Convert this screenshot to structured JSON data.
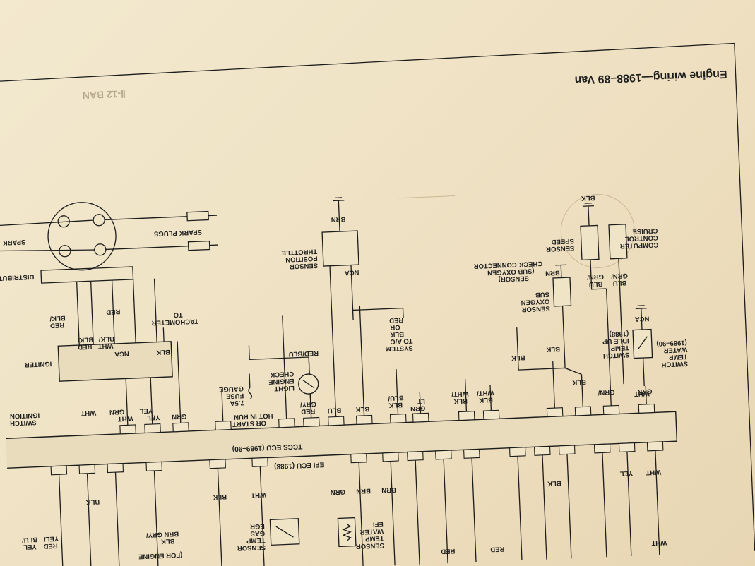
{
  "header": {
    "title": "Engine wiring—1988–89 Van",
    "ghost_text": "Ⅱ-12 BAN"
  },
  "components": {
    "ecu_efi": "EFI ECU (1988)",
    "ecu_tccs": "TCCS ECU (1989–90)",
    "cruise": [
      "CRUISE",
      "CONTROL",
      "COMPUTER"
    ],
    "speed_sensor": [
      "SPEED",
      "SENSOR"
    ],
    "check_connector": [
      "CHECK CONNECTOR",
      "(SUB OXYGEN",
      "SENSOR)"
    ],
    "sub_oxygen": [
      "SUB",
      "OXYGEN",
      "SENSOR"
    ],
    "idle_switch_1": [
      "(1989–90)",
      "WATER",
      "TEMP",
      "SWITCH"
    ],
    "idle_switch_2": [
      "(1988)",
      "IDLE UP",
      "TEMP",
      "SWITCH"
    ],
    "throttle": [
      "THROTTLE",
      "POSITION",
      "SENSOR"
    ],
    "ac_system": [
      "TO A/C",
      "SYSTEM"
    ],
    "check_light": [
      "CHECK",
      "ENGINE",
      "LIGHT"
    ],
    "gauge_fuse": [
      "GAUGE",
      "FUSE",
      "7.5A"
    ],
    "hot_in_run": [
      "HOT IN RUN",
      "OR START"
    ],
    "tachometer": [
      "TO",
      "TACHOMETER"
    ],
    "igniter": "IGNITER",
    "distributor": "DISTRIBUTOR",
    "spark_plugs": "SPARK PLUGS",
    "spark_partial": "SPARK",
    "ignition_switch": [
      "IGNITION",
      "SWITCH"
    ],
    "water_temp": [
      "EFI",
      "WATER",
      "TEMP",
      "SENSOR"
    ],
    "egr_gas": [
      "EGR",
      "GAS",
      "TEMP",
      "SENSOR"
    ],
    "for_engine": "(FOR ENGINE"
  },
  "wires": {
    "blk": "BLK",
    "brn": "BRN",
    "grn": "GRN",
    "blu": "BLU",
    "wht": "WHT",
    "yel": "YEL",
    "red": "RED",
    "nca": "NCA",
    "grn_blu_1": [
      "GRN/",
      "BLU"
    ],
    "grn_blu_2": [
      "GRN/",
      "BLU"
    ],
    "red_or_blk": [
      "RED",
      "OR",
      "BLK"
    ],
    "lt_grn": [
      "LT",
      "GRN"
    ],
    "blu_blk": [
      "BLU/",
      "BLK"
    ],
    "wht_blk_1": [
      "WHT/",
      "BLK"
    ],
    "wht_blk_2": [
      "WHT/",
      "BLK"
    ],
    "gry_red": [
      "GRY/",
      "RED"
    ],
    "red_blu": "RED/BLU",
    "blk_red_1": [
      "BLK/",
      "RED"
    ],
    "blk_wht": [
      "BLK/",
      "WHT"
    ],
    "blk_red_2": [
      "BLK/",
      "RED"
    ],
    "brn_gry_blk": [
      "BRN GRY/",
      "BLK"
    ],
    "yel_red": [
      "YEL/",
      "RED"
    ],
    "blu_yel": [
      "BLU/",
      "YEL"
    ]
  }
}
